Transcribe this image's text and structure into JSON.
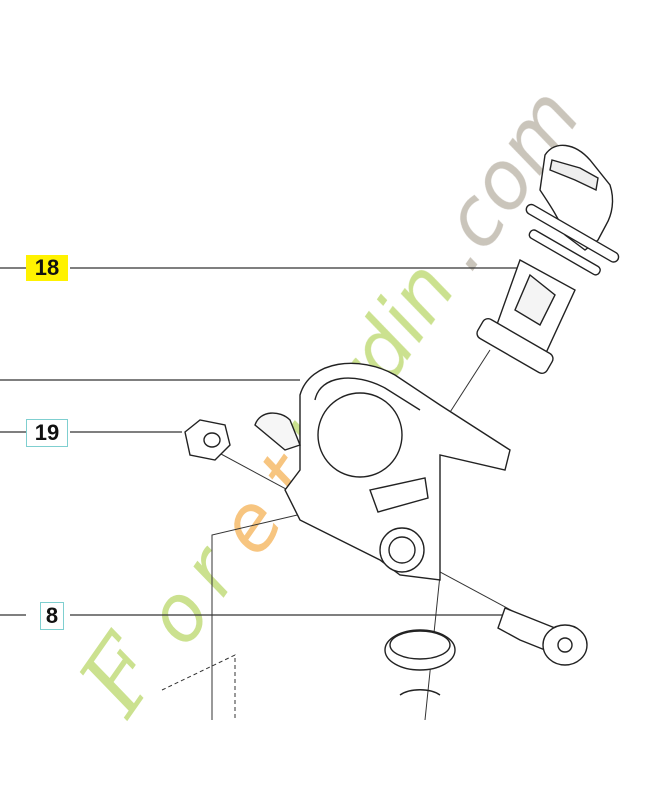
{
  "diagram": {
    "type": "exploded-parts-diagram",
    "callouts": [
      {
        "id": "18",
        "label": "18",
        "style": "highlight",
        "highlight_color": "#fff200"
      },
      {
        "id": "19",
        "label": "19",
        "style": "boxed",
        "border_color": "#7fcfd0"
      },
      {
        "id": "8",
        "label": "8",
        "style": "boxed",
        "border_color": "#7fcfd0"
      }
    ],
    "parts": [
      {
        "name": "handle-grip",
        "callout": "18"
      },
      {
        "name": "bracket-clamp",
        "callout": ""
      },
      {
        "name": "square-nut",
        "callout": "19"
      },
      {
        "name": "torx-bolt",
        "callout": "8"
      },
      {
        "name": "cap-ring",
        "callout": ""
      }
    ],
    "watermark": {
      "text_part1": "Foret",
      "text_part2": "Jardin",
      "text_part3": ".com",
      "colors": {
        "green": "#c9e08a",
        "orange": "#f7c27a",
        "gray": "#c8c2b8"
      }
    }
  }
}
